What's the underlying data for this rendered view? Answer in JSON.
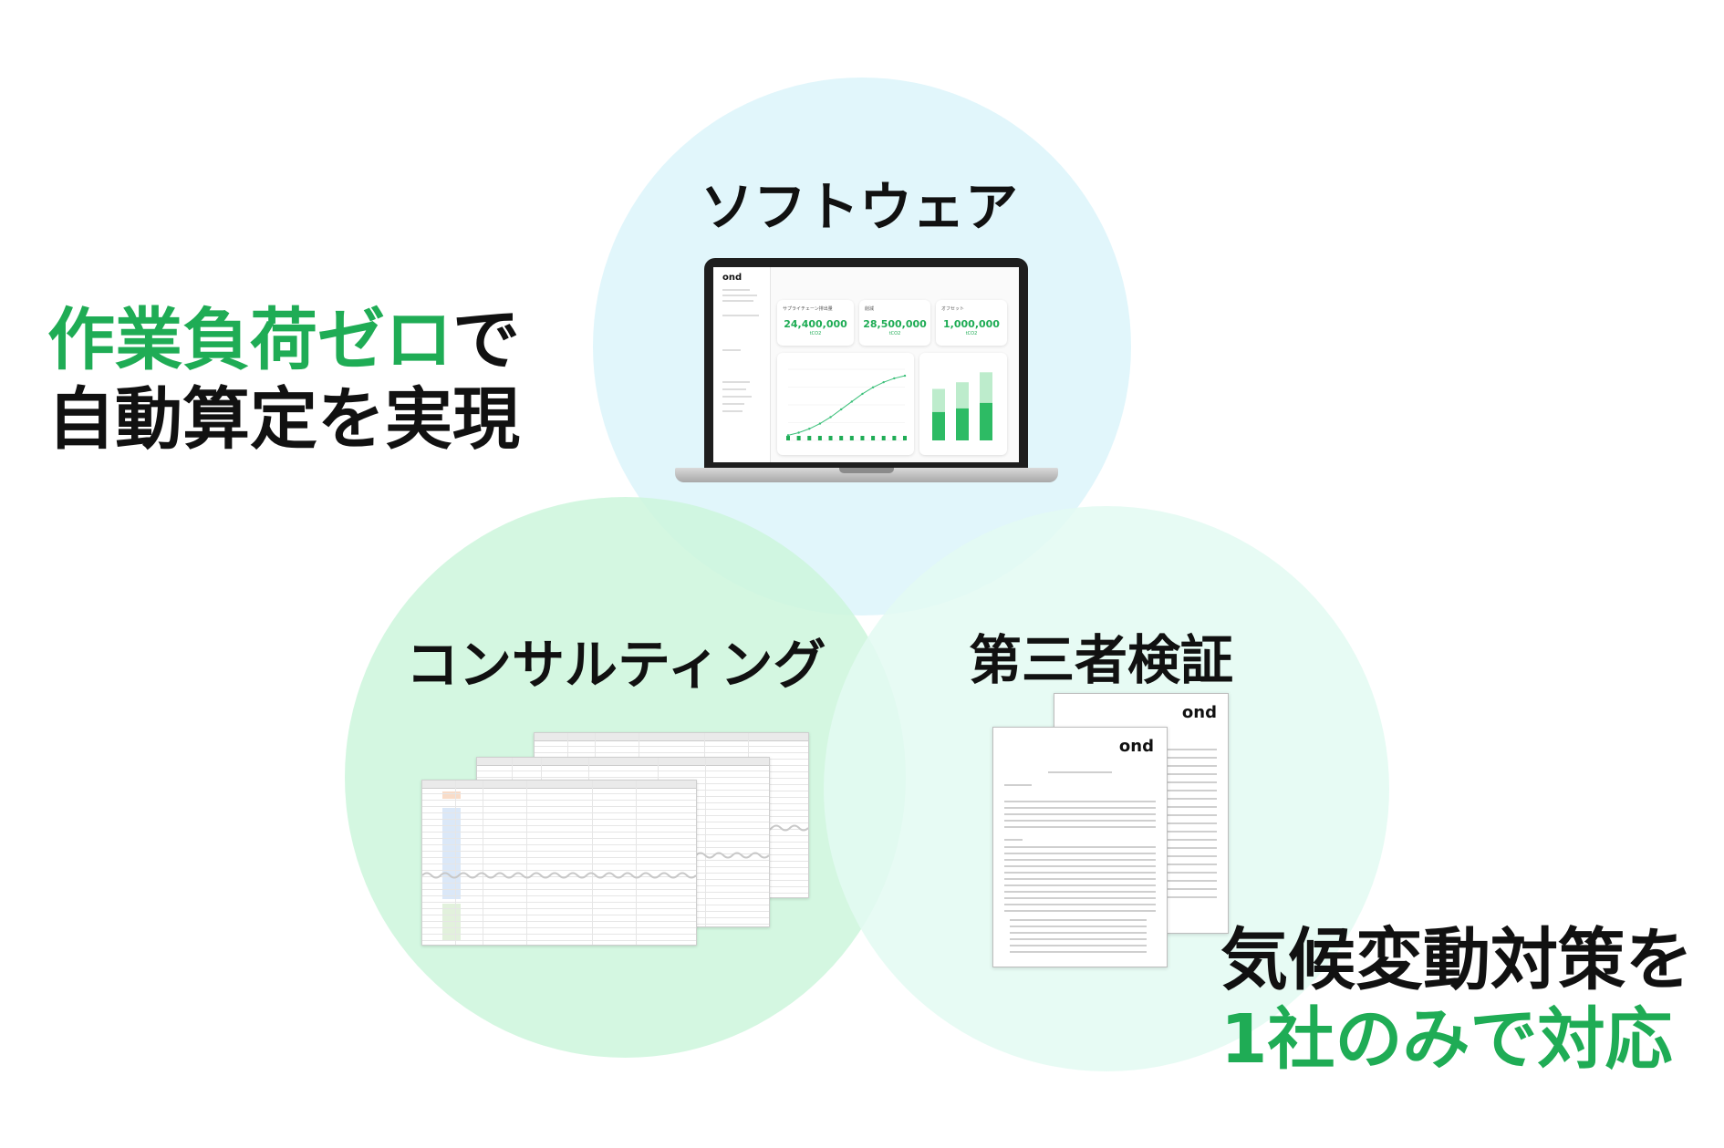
{
  "headline_left": {
    "line1_green": "作業負荷ゼロ",
    "line1_black": "で",
    "line2": "自動算定を実現"
  },
  "headline_right": {
    "line1": "気候変動対策を",
    "line2": "1社のみで対応"
  },
  "circles": {
    "software": {
      "label": "ソフトウェア",
      "color": "#dff5fb"
    },
    "consulting": {
      "label": "コンサルティング",
      "color": "#cdf6dc"
    },
    "verification": {
      "label": "第三者検証",
      "color": "#e3faf2"
    }
  },
  "laptop": {
    "logo": "ond",
    "cards": [
      {
        "title": "サプライチェーン排出量",
        "value": "24,400,000",
        "unit": "tCO2"
      },
      {
        "title": "削減",
        "value": "28,500,000",
        "unit": "tCO2"
      },
      {
        "title": "オフセット",
        "value": "1,000,000",
        "unit": "tCO2"
      }
    ],
    "chart_line": [
      4,
      6,
      9,
      13,
      18,
      24,
      30,
      36,
      41,
      45,
      48,
      50
    ],
    "chart_bars": [
      62,
      70,
      82
    ]
  },
  "verification_doc": {
    "logo_front": "ond",
    "logo_back": "ond"
  },
  "accent_green": "#1fac55"
}
